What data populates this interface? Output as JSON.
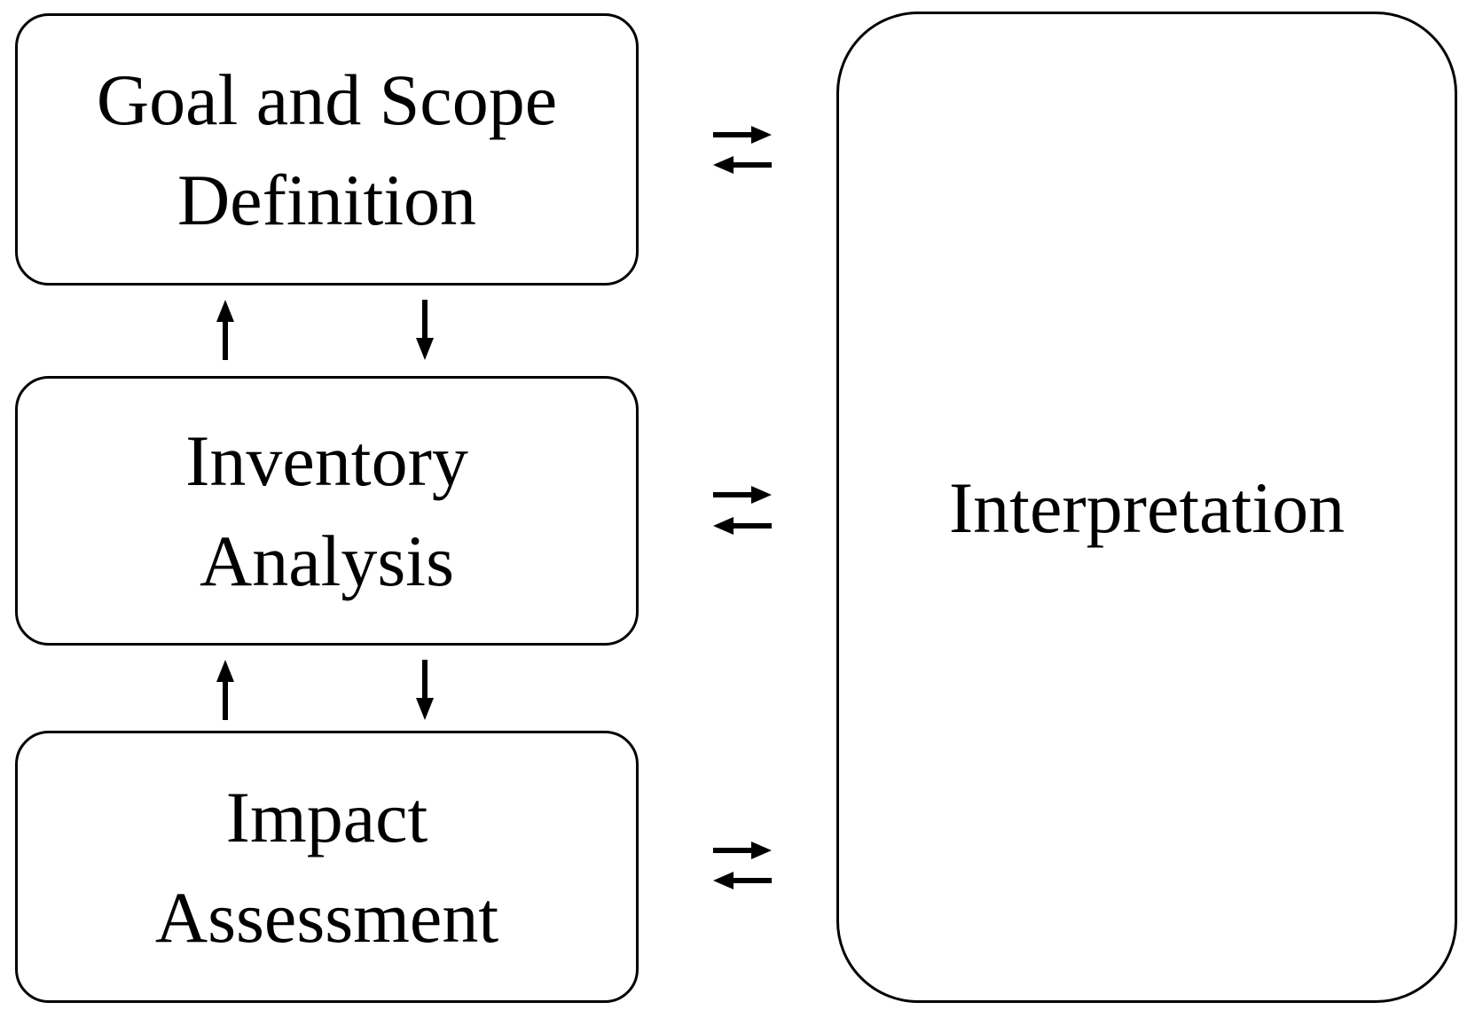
{
  "diagram": {
    "boxes": [
      {
        "line1": "Goal and Scope",
        "line2": "Definition"
      },
      {
        "line1": "Inventory",
        "line2": "Analysis"
      },
      {
        "line1": "Impact",
        "line2": "Assessment"
      }
    ],
    "interpretation": {
      "label": "Interpretation"
    },
    "colors": {
      "background": "#ffffff",
      "box_border": "#000000",
      "text": "#000000",
      "arrow": "#000000"
    }
  }
}
